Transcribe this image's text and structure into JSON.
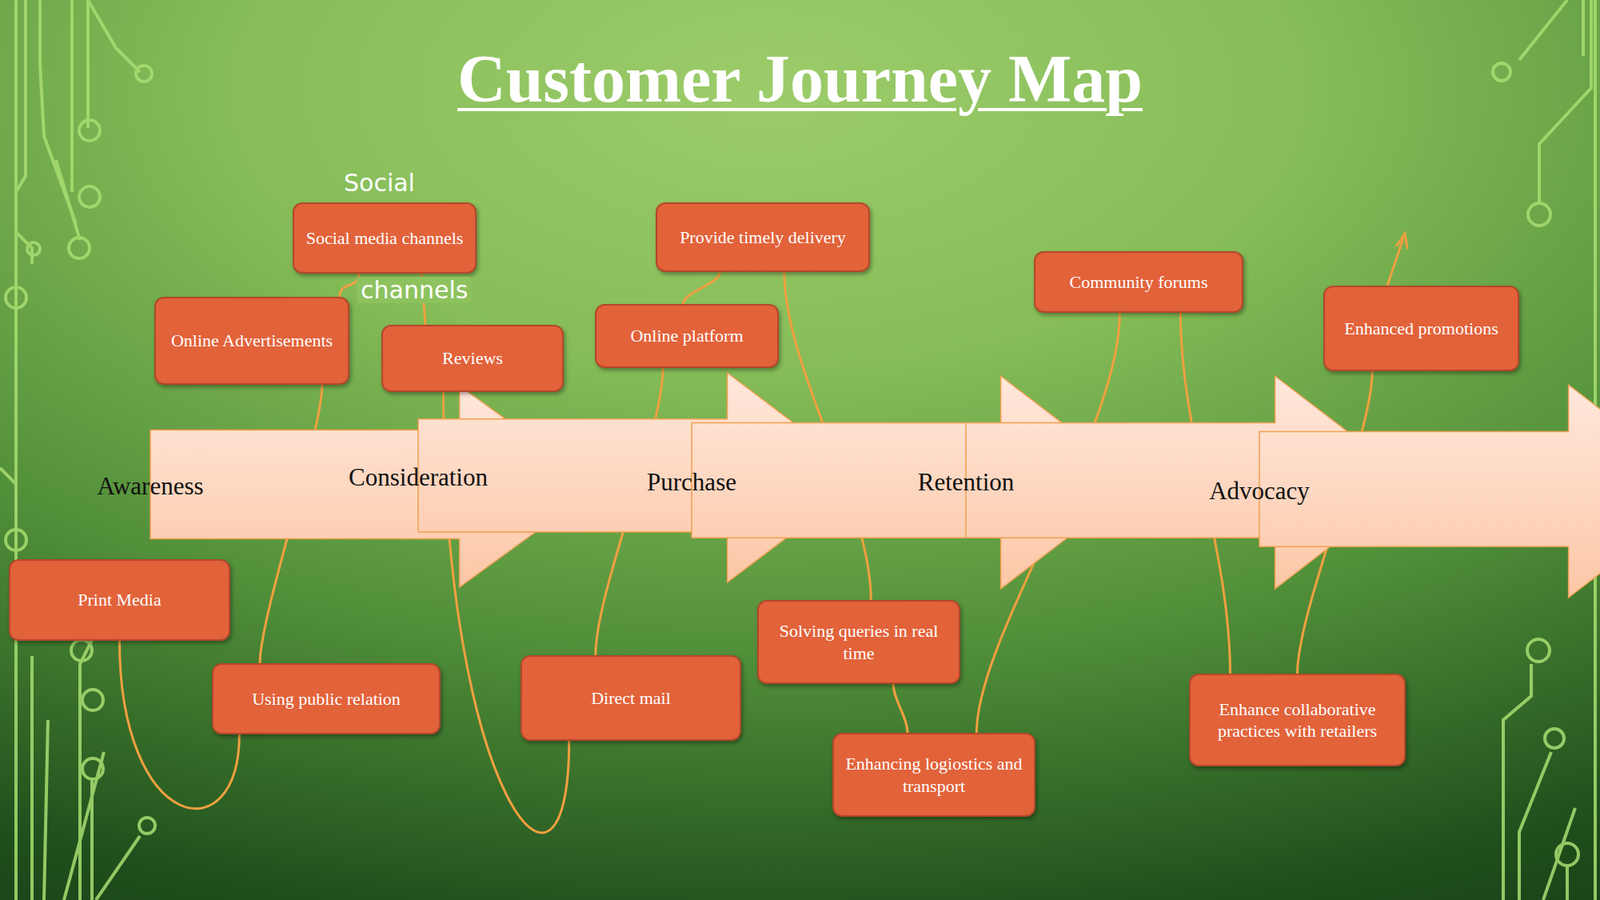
{
  "diagram": {
    "title": "Customer Journey Map",
    "nodes": [
      {
        "text": [
          "Social media channels"
        ]
      },
      {
        "text": [
          "Online Advertisements"
        ]
      },
      {
        "text": [
          "Print Media"
        ]
      },
      {
        "text": [
          "Using public relation"
        ]
      },
      {
        "text": [
          "Awareness"
        ]
      },
      {
        "text": [
          "Reviews"
        ]
      },
      {
        "text": [
          "Consideration"
        ]
      },
      {
        "text": [
          "Direct mail"
        ]
      },
      {
        "text": [
          "Provide timely delivery"
        ]
      },
      {
        "text": [
          "Online platform"
        ]
      },
      {
        "text": [
          "Purchase"
        ]
      },
      {
        "text": [
          "Solving queries in real time"
        ]
      },
      {
        "text": [
          "Enhancing logiostics and transport"
        ]
      },
      {
        "text": [
          "Community forums"
        ]
      },
      {
        "text": [
          "Retention"
        ]
      },
      {
        "text": [
          "Enhance collaborative practices with retailers"
        ]
      },
      {
        "text": [
          "Enhanced promotions"
        ]
      },
      {
        "text": [
          "Advocacy"
        ]
      }
    ],
    "edges": [
      {
        "from": 2,
        "to": 3,
        "arrow": "none"
      },
      {
        "from": 3,
        "to": 1,
        "arrow": "none"
      },
      {
        "from": 1,
        "to": 0,
        "arrow": "none"
      },
      {
        "from": 0,
        "to": 5,
        "arrow": "none"
      },
      {
        "from": 5,
        "to": 7,
        "arrow": "none"
      },
      {
        "from": 7,
        "to": 9,
        "arrow": "none"
      },
      {
        "from": 9,
        "to": 8,
        "arrow": "none"
      },
      {
        "from": 8,
        "to": 11,
        "arrow": "none"
      },
      {
        "from": 11,
        "to": 12,
        "arrow": "none"
      },
      {
        "from": 12,
        "to": 13,
        "arrow": "none"
      },
      {
        "from": 13,
        "to": 15,
        "arrow": "none"
      },
      {
        "from": 15,
        "to": 16,
        "arrow": "none"
      }
    ],
    "labels": [
      "Social",
      "channels"
    ]
  }
}
